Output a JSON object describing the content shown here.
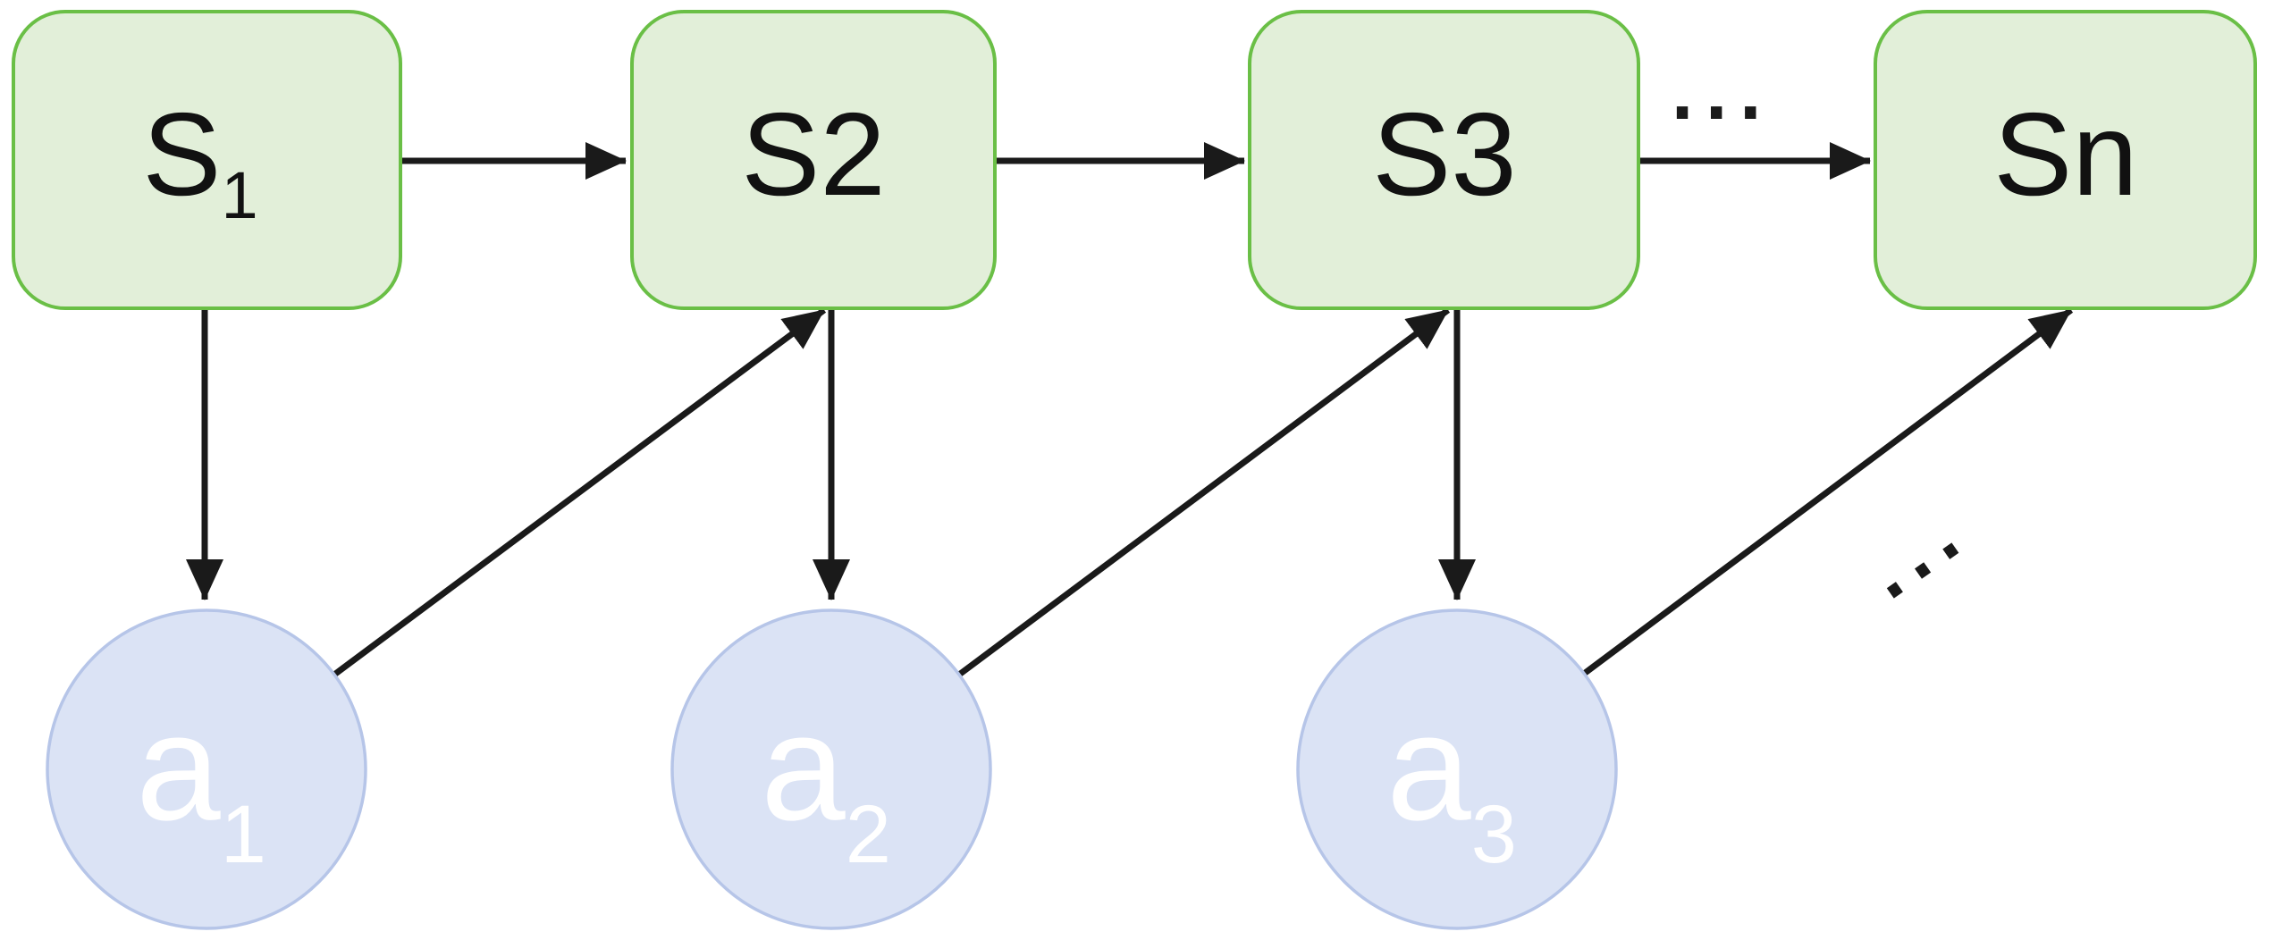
{
  "colors": {
    "background": "#ffffff",
    "state-fill": "#e2efd9",
    "state-border": "#6abf46",
    "state-text": "#111111",
    "action-fill": "#dbe3f5",
    "action-border": "#b6c5e8",
    "action-text": "#ffffff",
    "arrow": "#1a1a1a"
  },
  "states": [
    {
      "id": "S1",
      "base": "S",
      "sub": "1"
    },
    {
      "id": "S2",
      "base": "S2",
      "sub": ""
    },
    {
      "id": "S3",
      "base": "S3",
      "sub": ""
    },
    {
      "id": "Sn",
      "base": "Sn",
      "sub": ""
    }
  ],
  "actions": [
    {
      "id": "a1",
      "base": "a",
      "sub": "1"
    },
    {
      "id": "a2",
      "base": "a",
      "sub": "2"
    },
    {
      "id": "a3",
      "base": "a",
      "sub": "3"
    }
  ],
  "ellipsis": {
    "top": "...",
    "bottom": "..."
  },
  "edges": [
    {
      "from": "S1",
      "to": "S2",
      "type": "state-transition"
    },
    {
      "from": "S2",
      "to": "S3",
      "type": "state-transition"
    },
    {
      "from": "S3",
      "to": "Sn",
      "type": "state-transition"
    },
    {
      "from": "S1",
      "to": "a1",
      "type": "state-action"
    },
    {
      "from": "S2",
      "to": "a2",
      "type": "state-action"
    },
    {
      "from": "S3",
      "to": "a3",
      "type": "state-action"
    },
    {
      "from": "a1",
      "to": "S2",
      "type": "action-state"
    },
    {
      "from": "a2",
      "to": "S3",
      "type": "action-state"
    },
    {
      "from": "a3",
      "to": "Sn",
      "type": "action-state"
    }
  ]
}
